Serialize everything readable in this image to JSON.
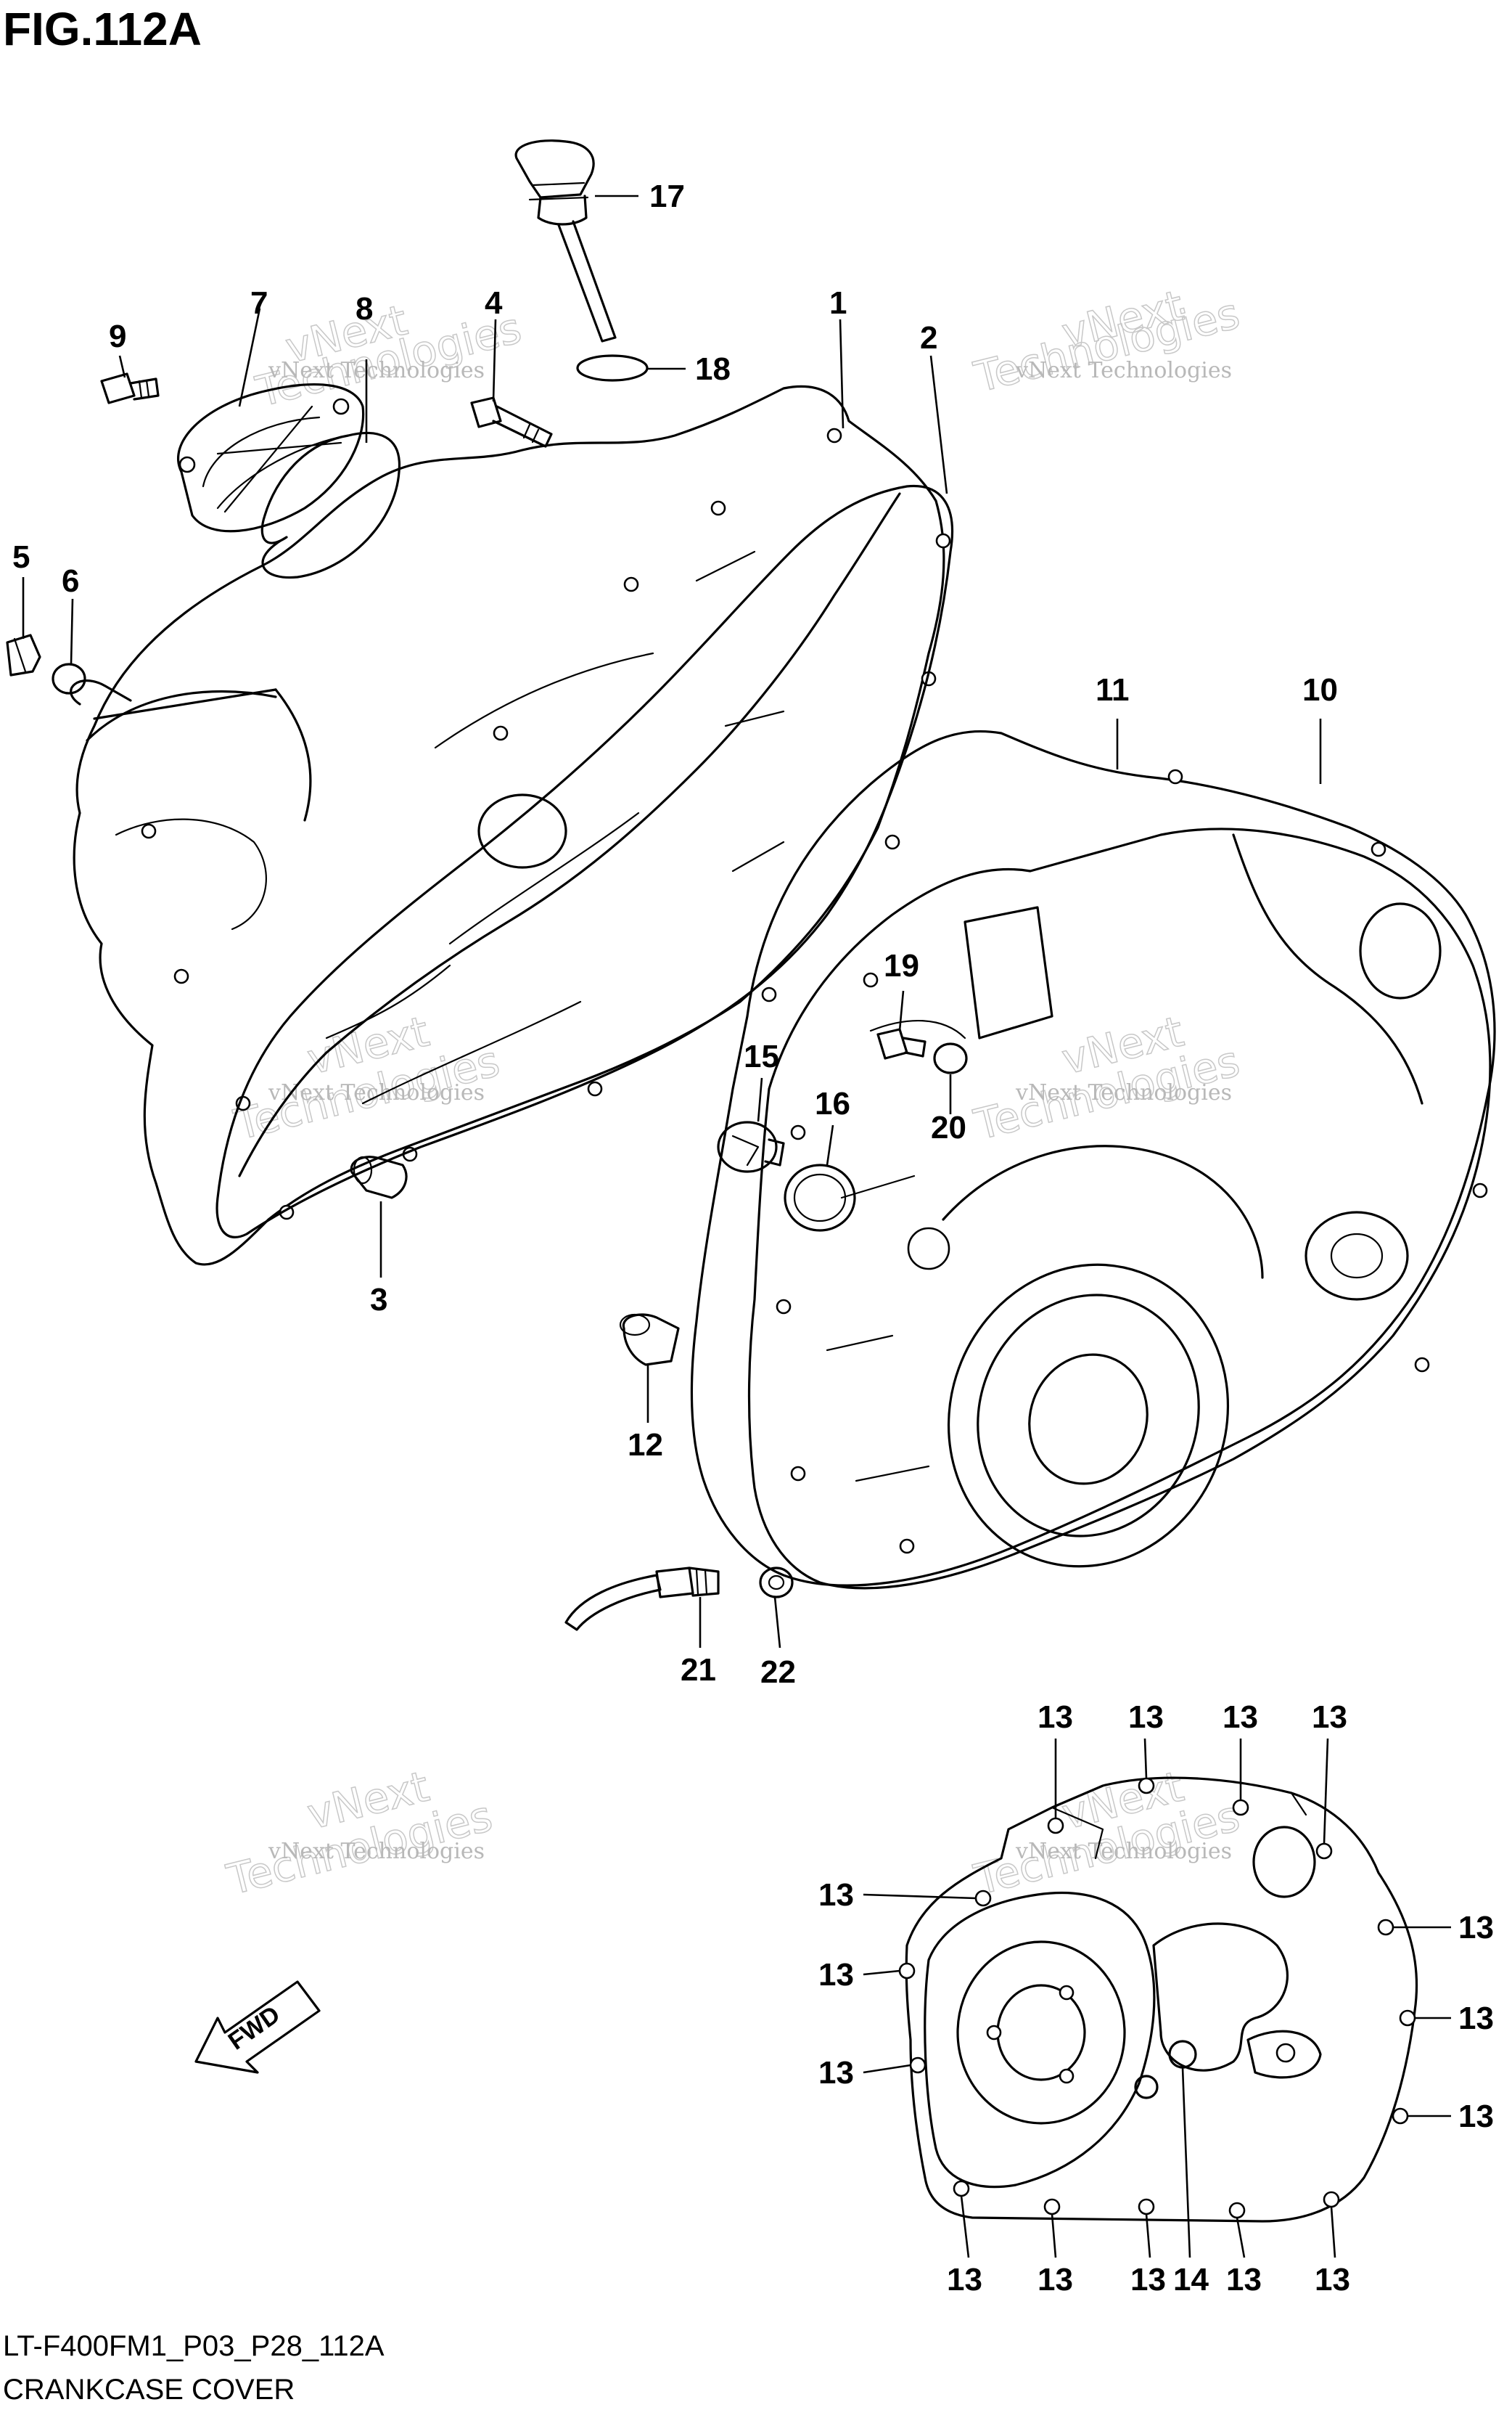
{
  "figure": {
    "title": "FIG.112A",
    "code": "LT-F400FM1_P03_P28_112A",
    "name": "CRANKCASE COVER"
  },
  "fwd_label": "FWD",
  "watermark": {
    "line1": "vNext Technologies",
    "line2": "vNext",
    "line3": "Technologies"
  },
  "callouts": [
    "1",
    "2",
    "3",
    "4",
    "5",
    "6",
    "7",
    "8",
    "9",
    "10",
    "11",
    "12",
    "13",
    "14",
    "15",
    "16",
    "17",
    "18",
    "19",
    "20",
    "21",
    "22"
  ],
  "detail_callouts": {
    "bolt": "13",
    "plug": "14"
  }
}
